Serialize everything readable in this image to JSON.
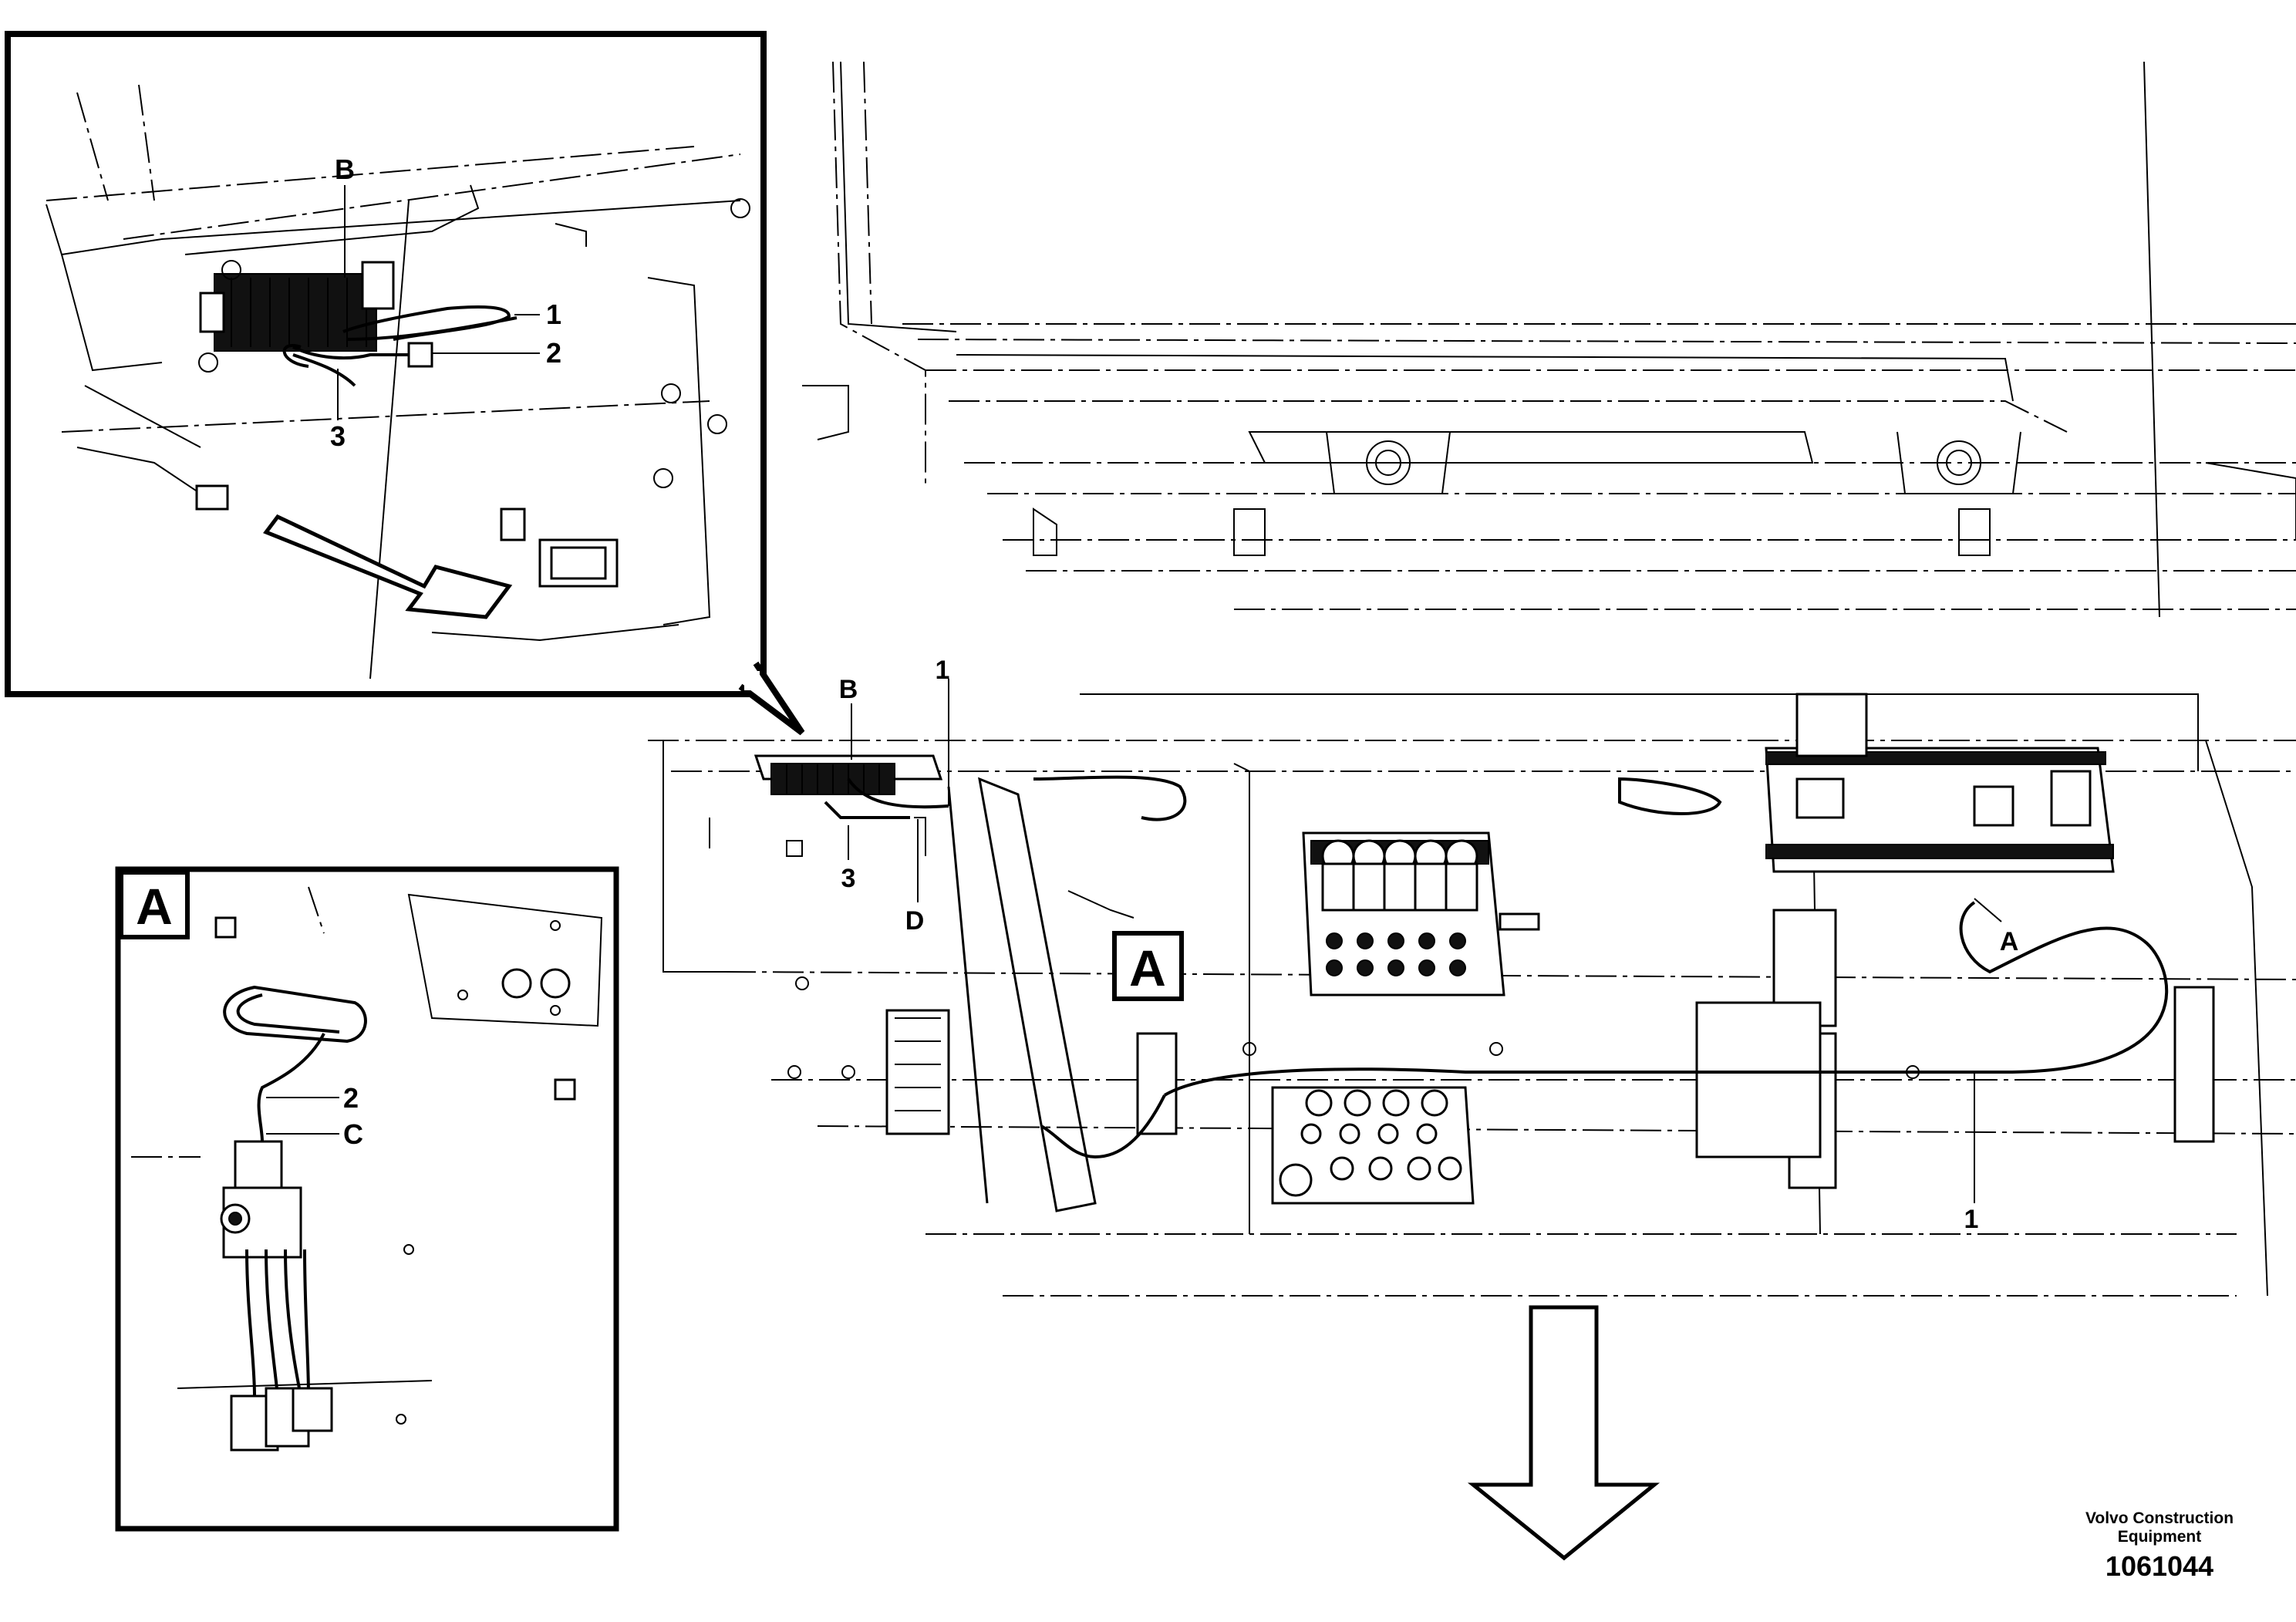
{
  "labels": {
    "main_B": "B",
    "main_1_top": "1",
    "main_3": "3",
    "main_D": "D",
    "main_A_box": "A",
    "main_A": "A",
    "main_1_bottom": "1",
    "inset1_B": "B",
    "inset1_1": "1",
    "inset1_2": "2",
    "inset1_3": "3",
    "inset2_A_box": "A",
    "inset2_2": "2",
    "inset2_C": "C"
  },
  "footer": {
    "brand_line1": "Volvo Construction",
    "brand_line2": "Equipment",
    "doc_number": "1061044"
  },
  "icons": [
    "direction-arrow-icon",
    "callout-pointer"
  ]
}
